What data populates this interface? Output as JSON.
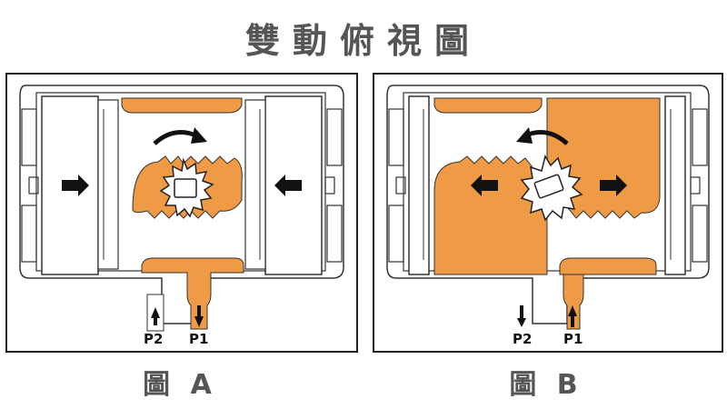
{
  "title": "雙動俯視圖",
  "colors": {
    "fluid": "#ef9a45",
    "outline": "#222222",
    "text": "#555555",
    "background": "#ffffff"
  },
  "panels": [
    {
      "id": "a",
      "caption": "圖 A",
      "ports": {
        "left": "P2",
        "right": "P1"
      },
      "gear_rotation": "clockwise",
      "piston_motion": "inward"
    },
    {
      "id": "b",
      "caption": "圖 B",
      "ports": {
        "left": "P2",
        "right": "P1"
      },
      "gear_rotation": "counterclockwise",
      "piston_motion": "outward"
    }
  ]
}
